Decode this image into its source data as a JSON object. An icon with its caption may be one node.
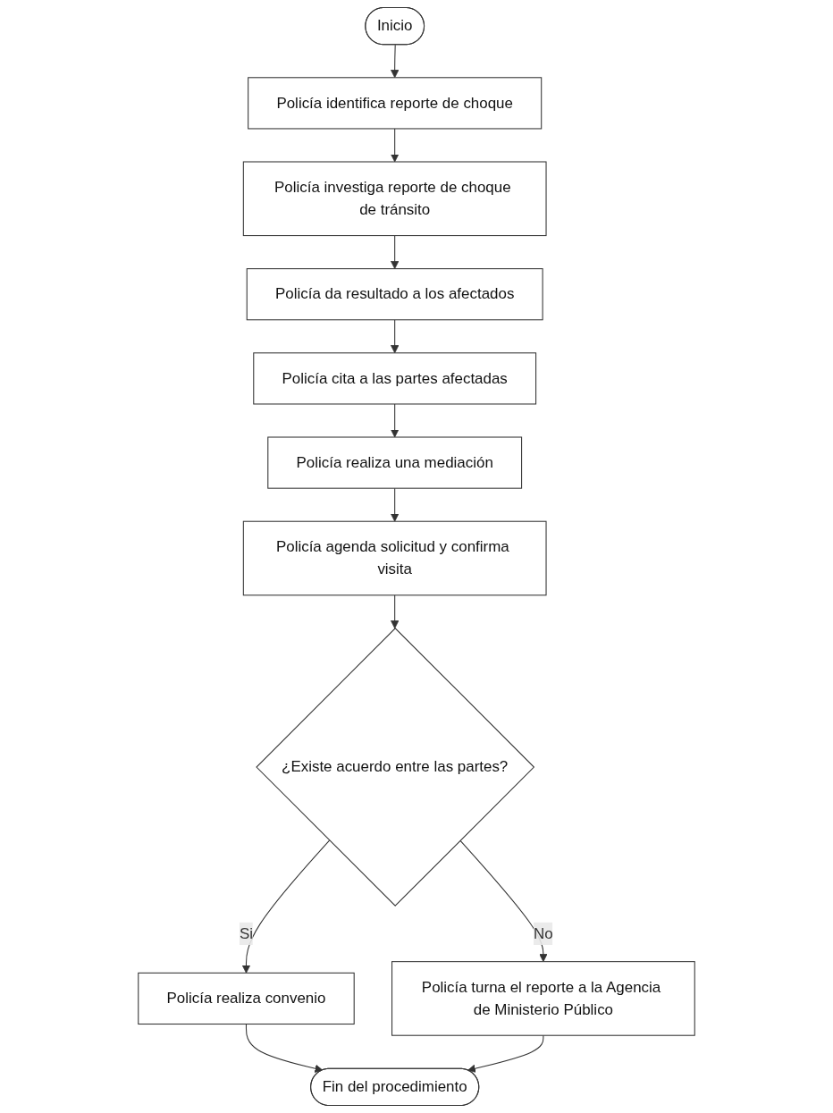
{
  "diagram": {
    "nodes": [
      {
        "text": [
          "Inicio"
        ]
      },
      {
        "text": [
          "Policía identifica reporte de choque"
        ]
      },
      {
        "text": [
          "Policía investiga reporte de choque de tránsito"
        ]
      },
      {
        "text": [
          "Policía da resultado a los afectados"
        ]
      },
      {
        "text": [
          "Policía cita a las partes afectadas"
        ]
      },
      {
        "text": [
          "Policía realiza una mediación"
        ]
      },
      {
        "text": [
          "Policía agenda solicitud y confirma visita"
        ]
      },
      {
        "text": [
          "¿Existe acuerdo entre las partes?"
        ]
      },
      {
        "text": [
          "Policía turna el reporte a la Agencia de Ministerio Público"
        ]
      },
      {
        "text": [
          "Policía realiza convenio"
        ]
      },
      {
        "text": [
          "Fin del procedimiento"
        ]
      }
    ],
    "edges": [
      {
        "from": 0,
        "to": 1,
        "arrow": "to"
      },
      {
        "from": 1,
        "to": 2,
        "arrow": "to"
      },
      {
        "from": 2,
        "to": 3,
        "arrow": "to"
      },
      {
        "from": 3,
        "to": 4,
        "arrow": "to"
      },
      {
        "from": 4,
        "to": 5,
        "arrow": "to"
      },
      {
        "from": 5,
        "to": 6,
        "arrow": "to"
      },
      {
        "from": 6,
        "to": 7,
        "arrow": "to"
      },
      {
        "from": 7,
        "to": 8,
        "label": "No",
        "arrow": "to"
      },
      {
        "from": 7,
        "to": 9,
        "label": "Si",
        "arrow": "to"
      },
      {
        "from": 9,
        "to": 10,
        "arrow": "to"
      },
      {
        "from": 8,
        "to": 10,
        "arrow": "to"
      }
    ]
  }
}
